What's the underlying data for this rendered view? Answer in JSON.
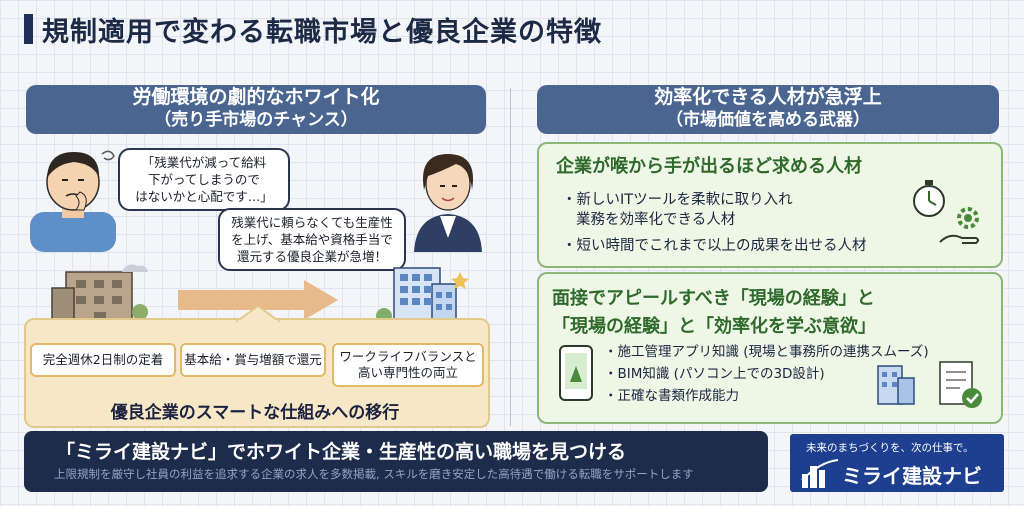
{
  "title": "規制適用で変わる転職市場と優良企業の特徴",
  "left": {
    "header_line1": "労働環境の劇的なホワイト化",
    "header_line2": "（売り手市場のチャンス）",
    "worker_bubble": [
      "「残業代が減って給料",
      "下がってしまうので",
      "はないかと心配です…」"
    ],
    "advisor_bubble": [
      "残業代に頼らなくても生産性",
      "を上げ、基本給や資格手当で",
      "還元する優良企業が急増！"
    ],
    "pillars": [
      "完全週休2日制の定着",
      "基本給・賞与増額で還元",
      "ワークライフバランスと",
      "高い専門性の両立"
    ],
    "caption": "優良企業のスマートな仕組みへの移行"
  },
  "right": {
    "header_line1": "効率化できる人材が急浮上",
    "header_line2": "（市場価値を高める武器）",
    "panel1": {
      "title": "企業が喉から手が出るほど求める人材",
      "bullet1a": "・新しいITツールを柔軟に取り入れ",
      "bullet1b": "業務を効率化できる人材",
      "bullet2": "・短い時間でこれまで以上の成果を出せる人材"
    },
    "panel2": {
      "title1": "面接でアピールすべき「現場の経験」と",
      "title2": "「現場の経験」と「効率化を学ぶ意欲」",
      "bullets": [
        "・施工管理アプリ知識 (現場と事務所の連携スムーズ)",
        "・BIM知識 (パソコン上での3D設計)",
        "・正確な書類作成能力"
      ]
    }
  },
  "footer": {
    "title": "「ミライ建設ナビ」でホワイト企業・生産性の高い職場を見つける",
    "subtitle": "上限規制を厳守し社員の利益を追求する企業の求人を多数掲載, スキルを磨き安定した高待遇で働ける転職をサポートします"
  },
  "logo": {
    "tagline": "未来のまちづくりを、次の仕事で。",
    "name": "ミライ建設ナビ"
  },
  "colors": {
    "navy": "#1e2c4c",
    "section_header": "#4b6591",
    "green_title": "#2f6a2c",
    "pillar_bg": "#f6e8c6",
    "logo_blue": "#1e3f8f"
  }
}
